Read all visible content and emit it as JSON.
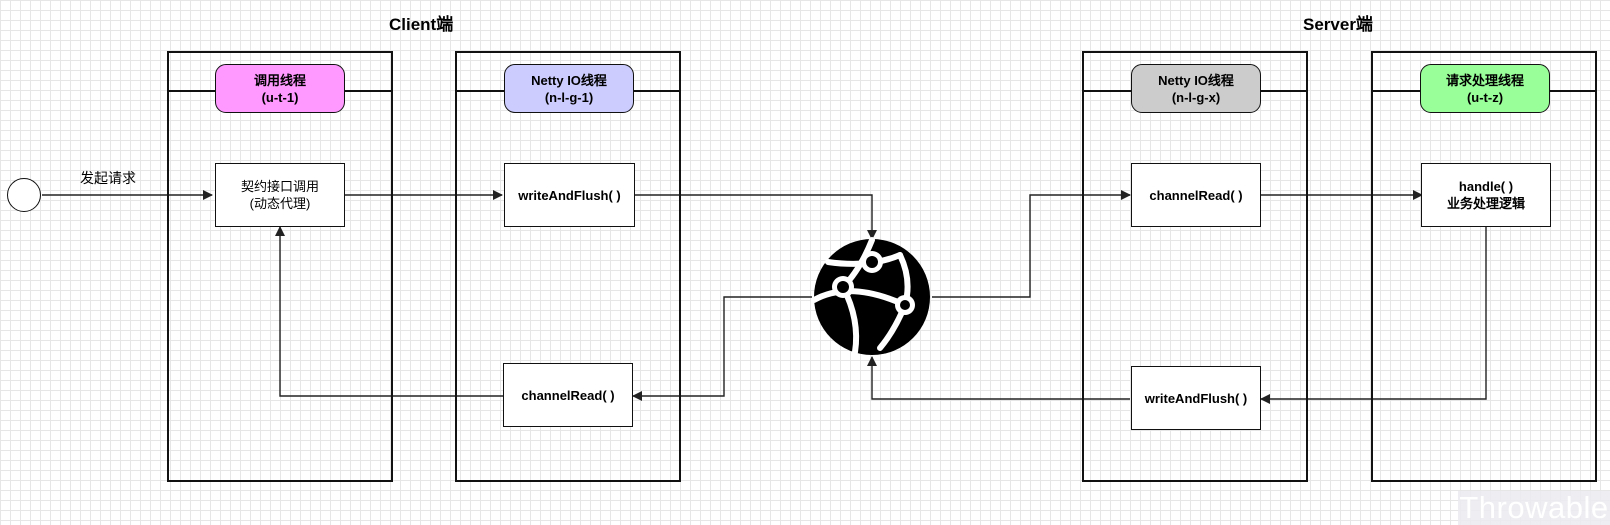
{
  "titles": {
    "client": "Client端",
    "server": "Server端"
  },
  "start_label": "发起请求",
  "lanes": {
    "call_thread": {
      "line1": "调用线程",
      "line2": "(u-t-1)",
      "color": "#ff99ff"
    },
    "client_io": {
      "line1": "Netty IO线程",
      "line2": "(n-l-g-1)",
      "color": "#ccccff"
    },
    "server_io": {
      "line1": "Netty IO线程",
      "line2": "(n-l-g-x)",
      "color": "#cccccc"
    },
    "handler_thread": {
      "line1": "请求处理线程",
      "line2": "(u-t-z)",
      "color": "#99ff99"
    }
  },
  "nodes": {
    "contract_call": {
      "line1": "契约接口调用",
      "line2": "(动态代理)"
    },
    "client_write": "writeAndFlush( )",
    "client_read": "channelRead( )",
    "server_read": "channelRead( )",
    "server_write": "writeAndFlush( )",
    "handle": {
      "line1": "handle( )",
      "line2": "业务处理逻辑"
    }
  },
  "network_icon": "globe-network-icon",
  "watermark": "Throwable"
}
